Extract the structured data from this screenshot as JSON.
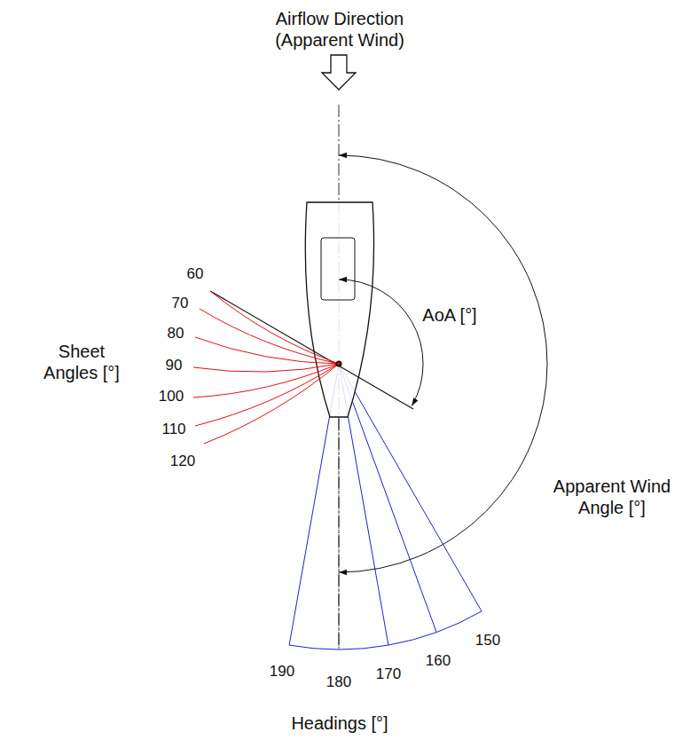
{
  "diagram": {
    "labels": [
      "Airflow Direction (Apparent Wind)",
      "60",
      "70",
      "80",
      "90",
      "100",
      "110",
      "120",
      "Sheet Angles [°]",
      "AoA [°]",
      "Apparent Wind Angle [°]",
      "190",
      "180",
      "170",
      "160",
      "150",
      "Headings [°]"
    ]
  }
}
